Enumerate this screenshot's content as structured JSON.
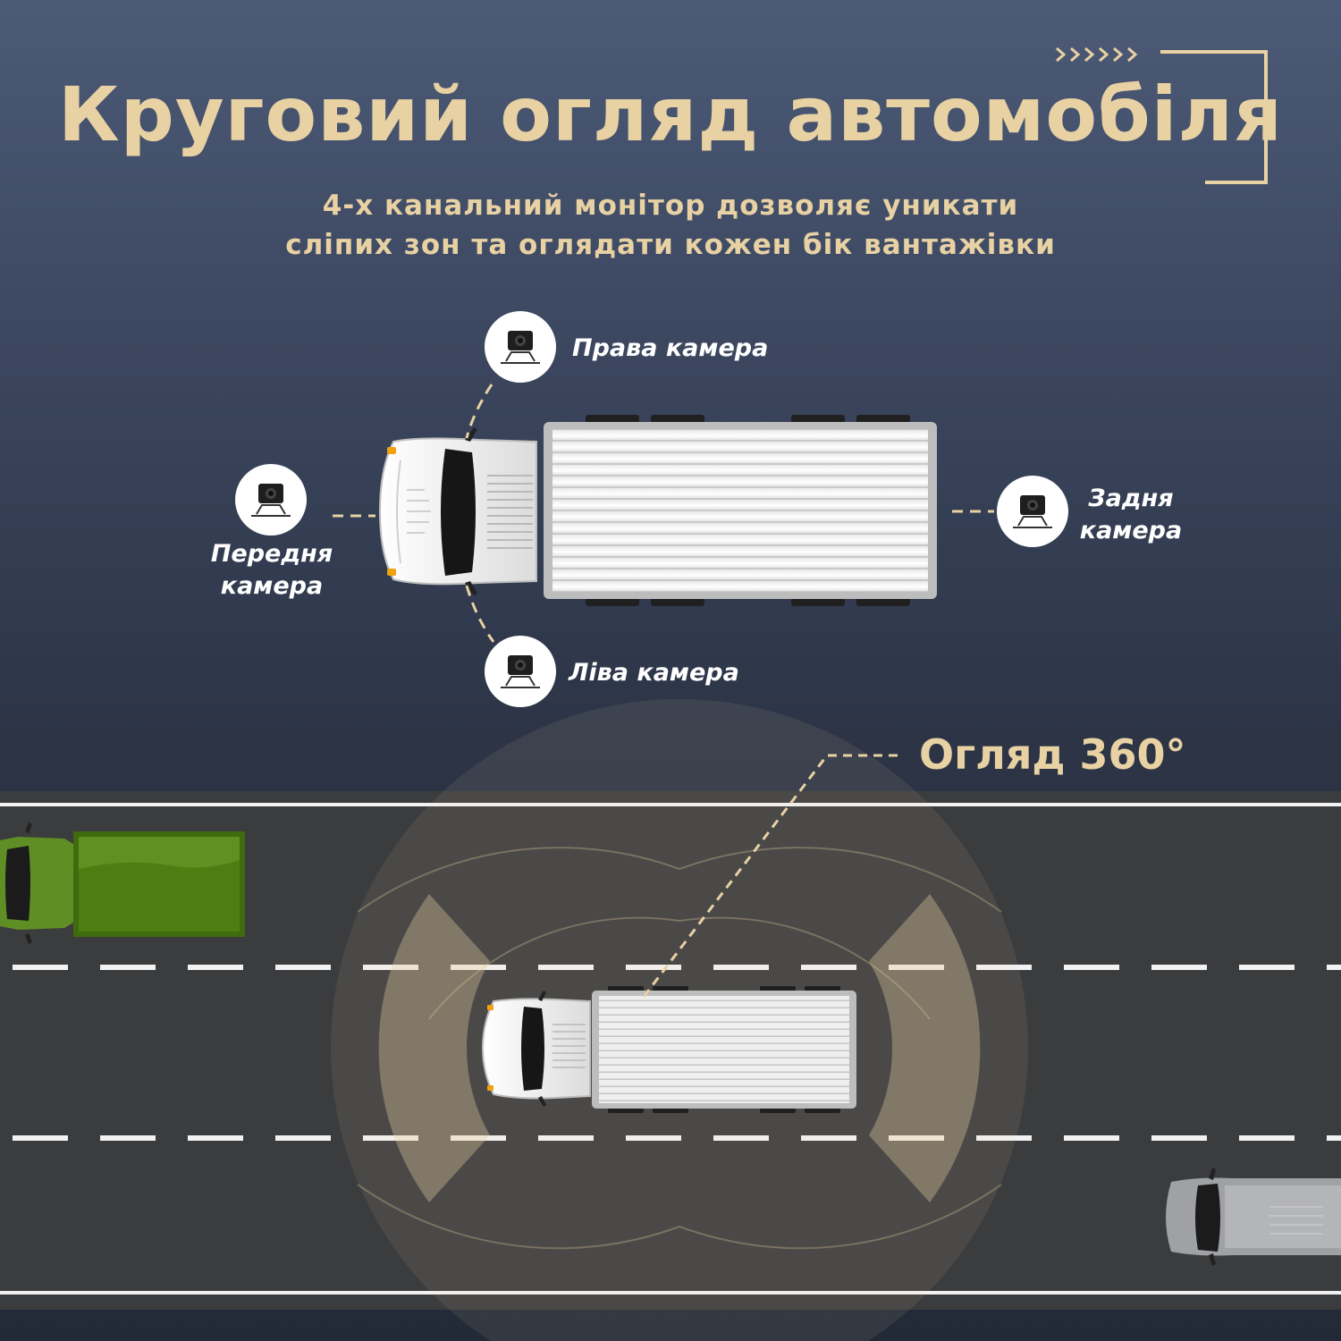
{
  "header": {
    "title": "Круговий огляд автомобіля",
    "subtitle_line1": "4-х канальний монітор дозволяє уникати",
    "subtitle_line2": "сліпих зон та оглядати кожен бік вантажівки"
  },
  "cameras": {
    "right": "Права камера",
    "front_line1": "Передня",
    "front_line2": "камера",
    "rear_line1": "Задня",
    "rear_line2": "камера",
    "left": "Ліва камера"
  },
  "road": {
    "view_label": "Огляд 360°"
  },
  "colors": {
    "accent": "#e8d1a3",
    "background_top": "#4c5a77",
    "background_bottom": "#232a37",
    "road": "#3b3c3e",
    "green_truck": "#4e7d12",
    "label_text": "#ffffff"
  },
  "icons": [
    "camera-icon",
    "chevron-arrows-icon",
    "corner-bracket-icon"
  ]
}
